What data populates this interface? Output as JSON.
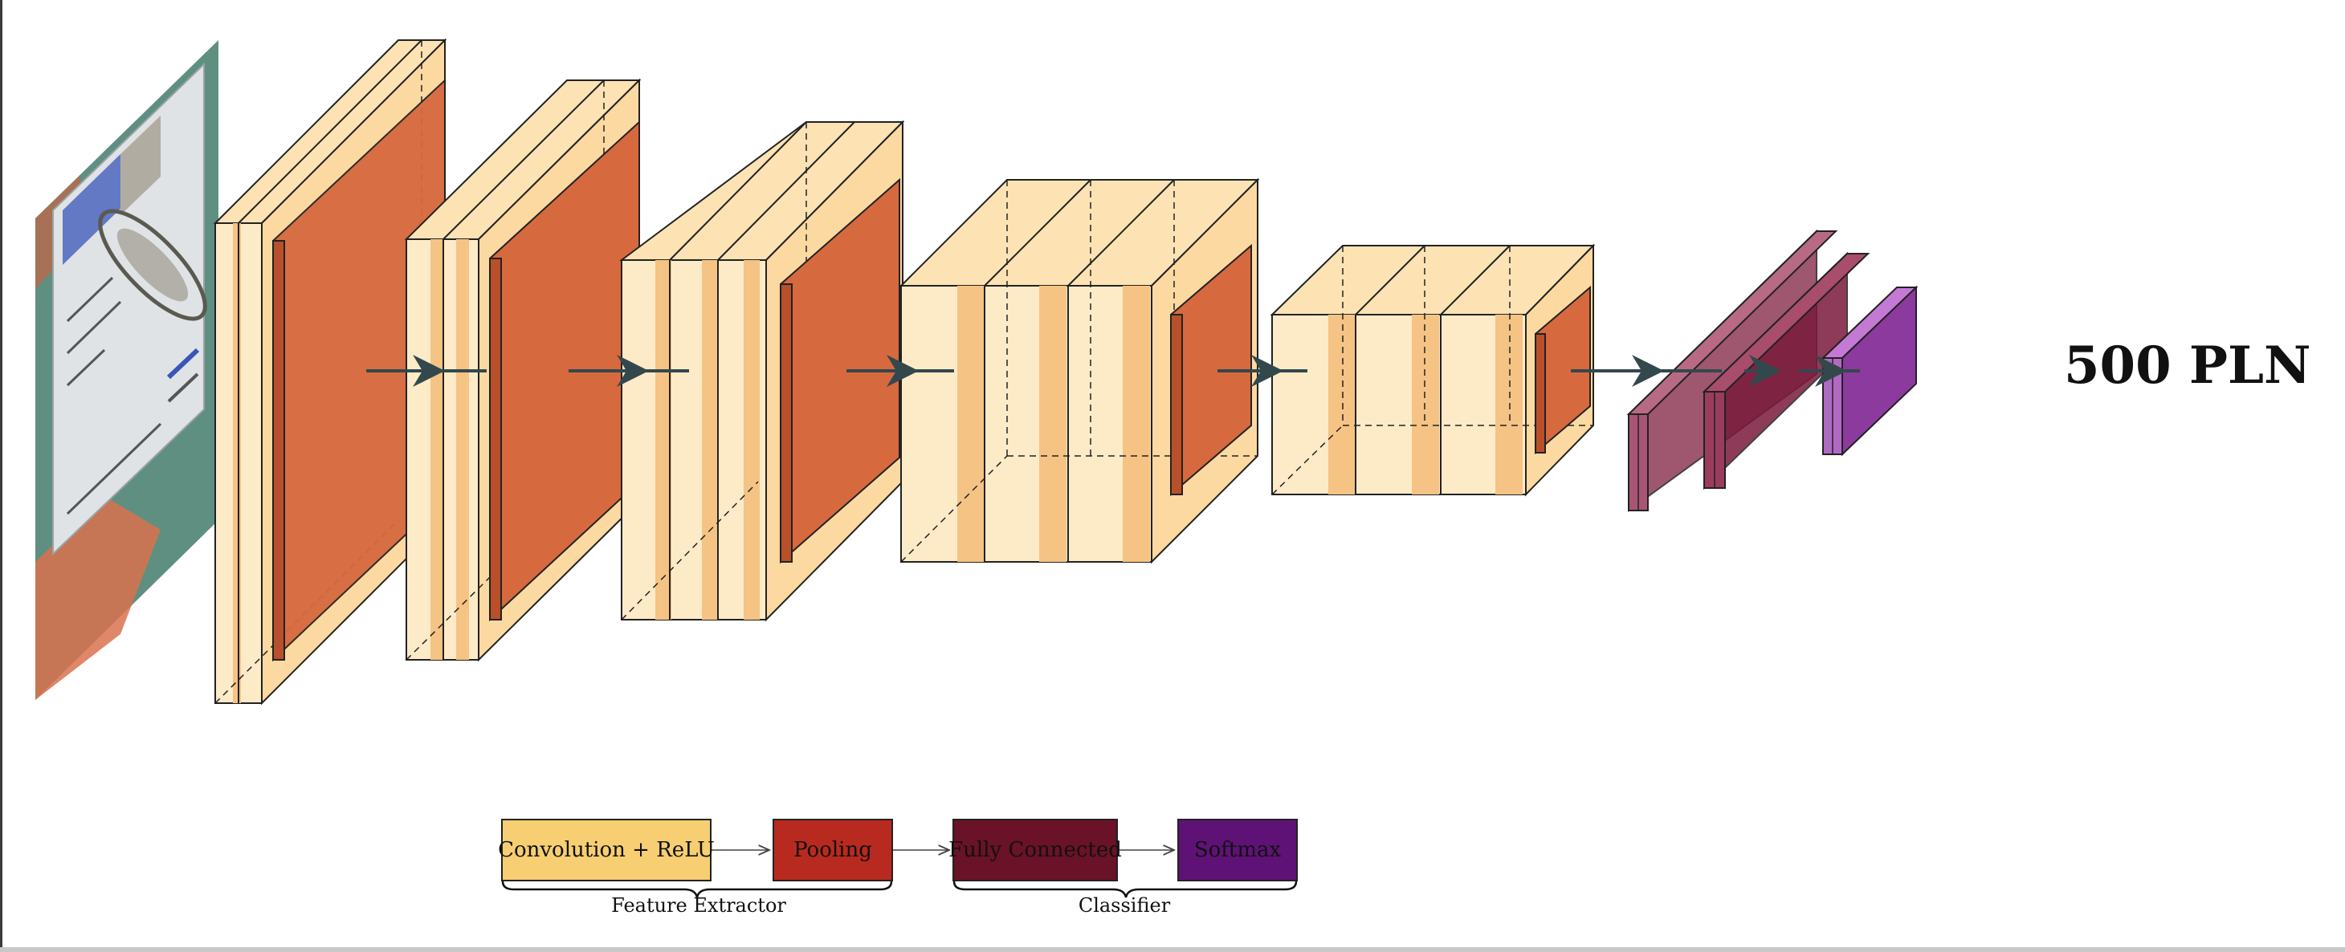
{
  "output": {
    "label": "500 PLN"
  },
  "legend": {
    "items": [
      {
        "label": "Convolution + ReLU",
        "color": "#f7cf72"
      },
      {
        "label": "Pooling",
        "color": "#b82a1f"
      },
      {
        "label": "Fully Connected",
        "color": "#6a1227"
      },
      {
        "label": "Softmax",
        "color": "#5f1275"
      }
    ],
    "groups": [
      {
        "label": "Feature Extractor"
      },
      {
        "label": "Classifier"
      }
    ]
  },
  "colors": {
    "conv_face": "#fdebc8",
    "conv_stripe": "#f5c384",
    "conv_top": "#fde3b4",
    "pool_face": "#d7693f",
    "pool_side": "#b8502b",
    "fc_face": "#8e3a55",
    "softmax_face": "#8c3a9e",
    "arrow": "#33484d",
    "banknote_bg": "#5f8f80",
    "banknote_note": "#dfe3e6",
    "banknote_accent": "#3a55b8"
  }
}
